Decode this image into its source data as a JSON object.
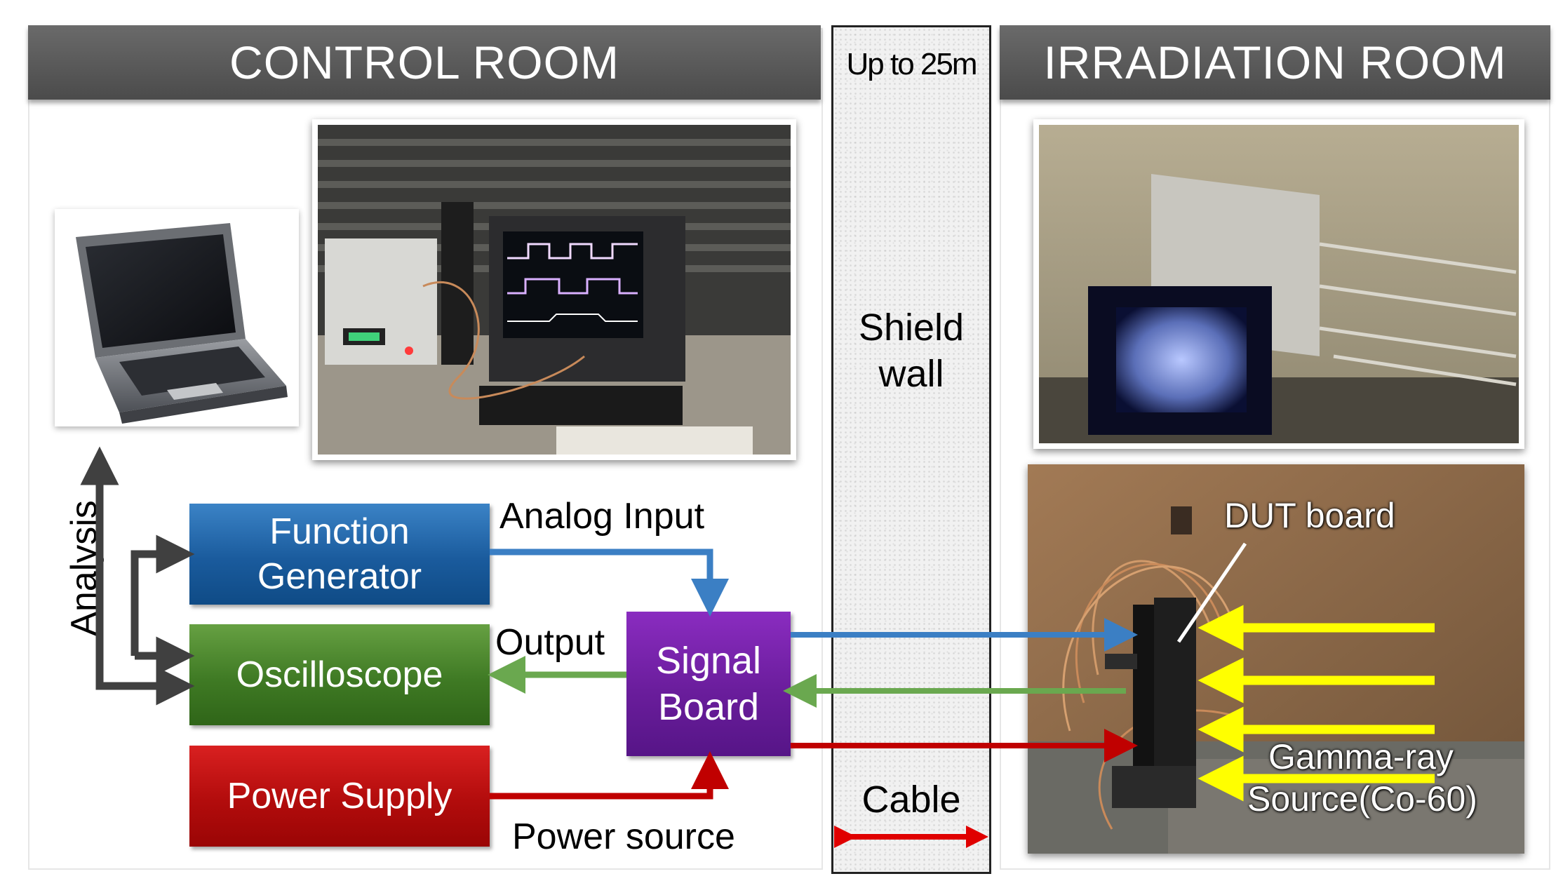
{
  "control_room": {
    "title": "CONTROL ROOM",
    "blocks": {
      "function_generator": [
        "Function",
        "Generator"
      ],
      "oscilloscope": "Oscilloscope",
      "power_supply": "Power Supply",
      "signal_board": [
        "Signal",
        "Board"
      ]
    },
    "connections": {
      "analog_input": "Analog Input",
      "output": "Output",
      "power_source": "Power source",
      "analysis": "Analysis"
    }
  },
  "shield": {
    "distance": "Up to 25m",
    "wall_lines": [
      "Shield",
      "wall"
    ],
    "cable": "Cable"
  },
  "irradiation_room": {
    "title": "IRRADIATION ROOM",
    "dut_label": "DUT board",
    "gamma_lines": [
      "Gamma-ray",
      "Source(Co-60)"
    ]
  },
  "colors": {
    "header_gray": "#555555",
    "function_generator_blue": "#1f63a8",
    "oscilloscope_green": "#46822a",
    "power_supply_red": "#b80f0f",
    "signal_board_purple": "#6a1d9c",
    "analog_arrow_blue": "#3b7fc4",
    "output_arrow_green": "#6aa84f",
    "power_arrow_red": "#c00000",
    "cable_arrow_red": "#e00000",
    "gamma_arrow_yellow": "#ffff00"
  }
}
